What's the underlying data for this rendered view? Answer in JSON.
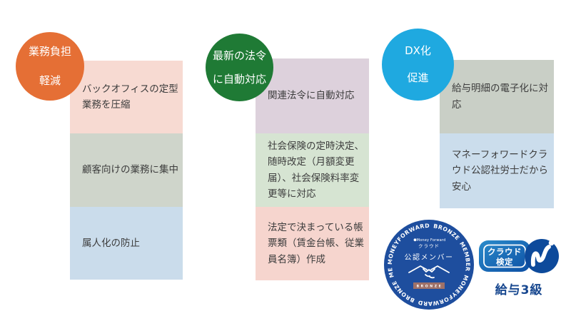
{
  "page": {
    "bg": "#FFFFFF"
  },
  "columns": [
    {
      "id": "workload-reduction",
      "circle": {
        "line1": "業務負担",
        "line2": "軽減",
        "color": "#E56F35"
      },
      "boxes": [
        {
          "text": "バックオフィスの定型業務を圧縮",
          "color": "#F7DAD2"
        },
        {
          "text": "顧客向けの業務に集中",
          "color": "#CFD5CB"
        },
        {
          "text": "属人化の防止",
          "color": "#CADCEB"
        }
      ]
    },
    {
      "id": "latest-law-auto",
      "circle": {
        "line1": "最新の法令",
        "line2": "に自動対応",
        "color": "#1F7A35"
      },
      "boxes": [
        {
          "text": "関連法令に自動対応",
          "color": "#DDD1DC"
        },
        {
          "text": "社会保険の定時決定、随時改定（月額変更届）、社会保険料率変更等に対応",
          "color": "#D6E4D2"
        },
        {
          "text": "法定で決まっている帳票類（賃金台帳、従業員名簿）作成",
          "color": "#F6D5CE"
        }
      ]
    },
    {
      "id": "dx-promotion",
      "circle": {
        "line1": "DX化",
        "line2": "促進",
        "color": "#1FA9E0"
      },
      "boxes": [
        {
          "text": "給与明細の電子化に対応",
          "color": "#C9CFC6"
        },
        {
          "text": "マネーフォワードクラウド公認社労士だから安心",
          "color": "#CBDDEC"
        }
      ]
    }
  ],
  "badges": {
    "bronze": {
      "ring_text": "MONEYFORWARD BRONZE MEMBER MONEYFORWARD BRONZE MEMBER",
      "brand": "Money Forward",
      "cloud": "クラウド",
      "member": "公認メンバー",
      "tier": "BRONZE",
      "bg": "#1E4E9E",
      "tier_bg": "#9E7168"
    },
    "cloud_exam": {
      "title_line1": "クラウド",
      "title_line2": "検定",
      "grade": "給与3級",
      "rect_color": "#1566AE",
      "circle_color": "#0D4A9B",
      "grade_color": "#17478F"
    }
  }
}
